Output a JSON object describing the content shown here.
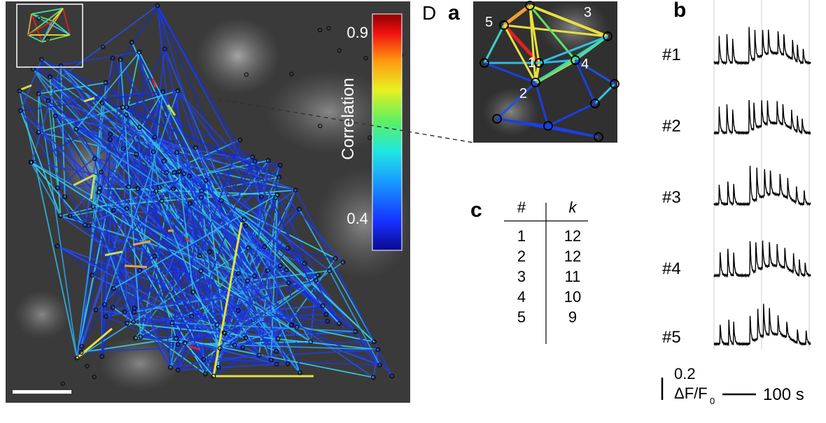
{
  "panel_label_d": "D",
  "panel_label_a": "a",
  "panel_label_b": "b",
  "panel_label_c": "c",
  "colorbar": {
    "title": "Correlation",
    "tick_high": "0.9",
    "tick_low": "0.4"
  },
  "zoom_nodes": [
    "1",
    "2",
    "3",
    "4",
    "5"
  ],
  "table": {
    "headers": [
      "#",
      "k"
    ],
    "rows": [
      [
        "1",
        "12"
      ],
      [
        "2",
        "12"
      ],
      [
        "3",
        "11"
      ],
      [
        "4",
        "10"
      ],
      [
        "5",
        "9"
      ]
    ]
  },
  "traces": {
    "labels": [
      "#1",
      "#2",
      "#3",
      "#4",
      "#5"
    ]
  },
  "scale": {
    "y_value": "0.2",
    "y_unit_main": "ΔF/F",
    "y_unit_sub": "0",
    "x_label": "100 s"
  },
  "colors": {
    "low": "#1a2fd4",
    "mid": "#2fd4d4",
    "high": "#e02020",
    "yellow": "#f0e040"
  }
}
